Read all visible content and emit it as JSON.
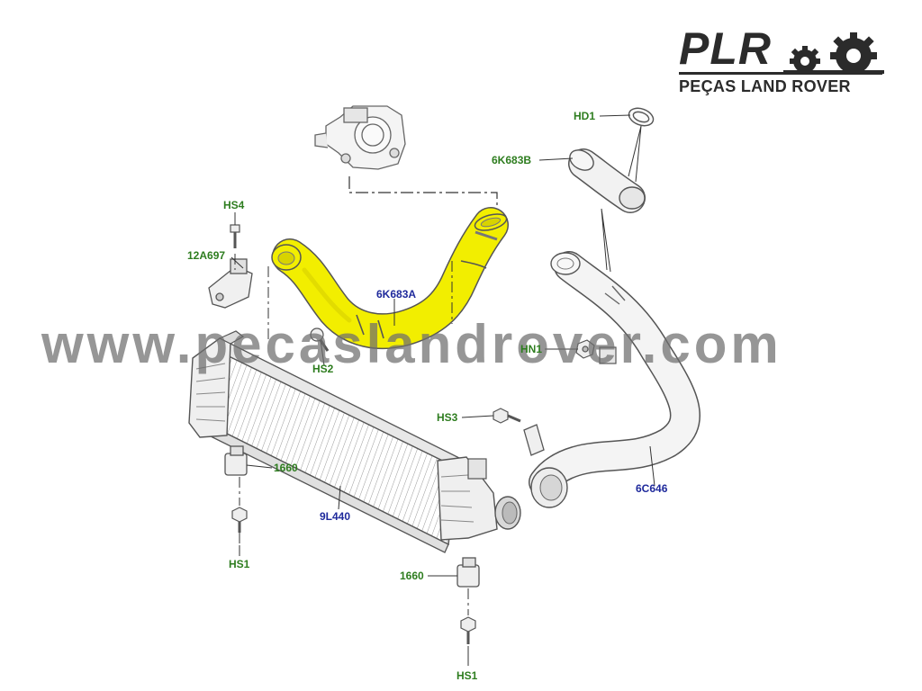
{
  "logo": {
    "main": "PLR",
    "sub": "PEÇAS LAND ROVER",
    "icon": "gears-icon",
    "color": "#2b2b2b"
  },
  "watermark": "www.pecaslandrover.com",
  "colors": {
    "highlight_hose": "#f2ee00",
    "green_label": "#2e7d1f",
    "blue_label": "#1f2a9c",
    "line_art": "#5a5a5a"
  },
  "callouts": {
    "hd1": "HD1",
    "k683b": "6K683B",
    "hs4": "HS4",
    "a697": "12A697",
    "k683a": "6K683A",
    "hs2": "HS2",
    "hn1": "HN1",
    "hs3": "HS3",
    "p1660a": "1660",
    "l440": "9L440",
    "c646": "6C646",
    "hs1a": "HS1",
    "p1660b": "1660",
    "hs1b": "HS1"
  }
}
